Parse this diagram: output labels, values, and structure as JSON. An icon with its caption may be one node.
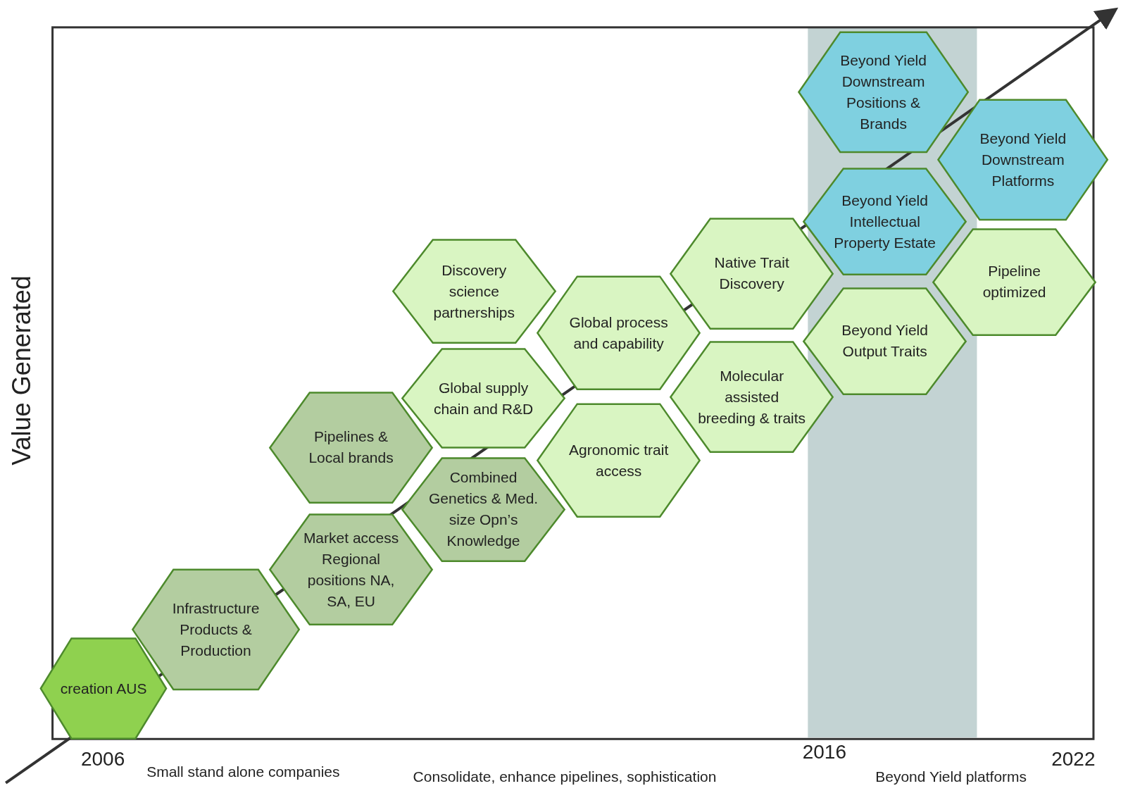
{
  "diagram": {
    "nodes": [
      {
        "text": [
          "creation AUS"
        ]
      },
      {
        "text": [
          "Infrastructure Products & Production"
        ]
      },
      {
        "text": [
          "Market access Regional positions NA, SA, EU"
        ]
      },
      {
        "text": [
          "Pipelines & Local brands"
        ]
      },
      {
        "text": [
          "Combined Genetics & Med. size Opn’s Knowledge"
        ]
      },
      {
        "text": [
          "Global supply chain and R&D"
        ]
      },
      {
        "text": [
          "Discovery science partnerships"
        ]
      },
      {
        "text": [
          "Agronomic trait access"
        ]
      },
      {
        "text": [
          "Global process and capability"
        ]
      },
      {
        "text": [
          "Molecular assisted breeding & traits"
        ]
      },
      {
        "text": [
          "Native Trait Discovery"
        ]
      },
      {
        "text": [
          "Beyond Yield Output Traits"
        ]
      },
      {
        "text": [
          "Beyond Yield Intellectual Property Estate"
        ]
      },
      {
        "text": [
          "Beyond Yield Downstream Positions & Brands"
        ]
      },
      {
        "text": [
          "Pipeline optimized"
        ]
      },
      {
        "text": [
          "Beyond Yield Downstream Platforms"
        ]
      }
    ],
    "edges": [],
    "labels": [
      "Value Generated",
      "2016",
      "2006",
      "2022",
      "Small stand alone companies",
      "Consolidate, enhance pipelines, sophistication",
      "Beyond Yield platforms"
    ]
  }
}
